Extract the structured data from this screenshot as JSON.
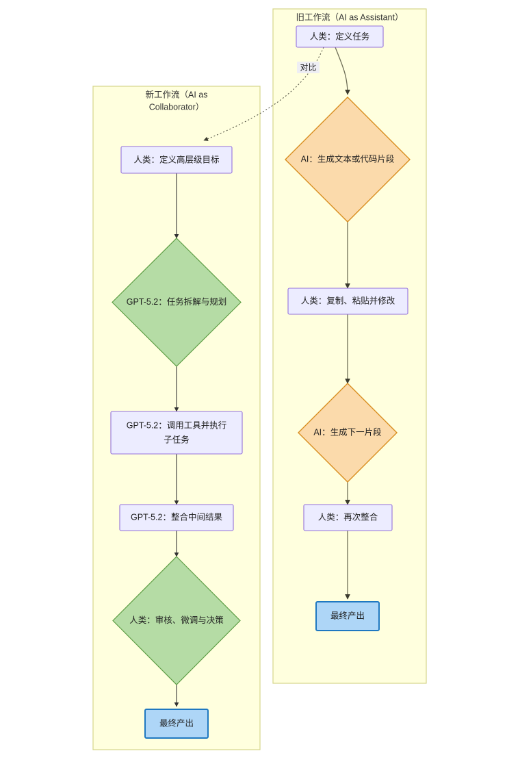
{
  "diagram": {
    "type": "flowchart",
    "direction": "top-down",
    "background": "#ffffff",
    "palette": {
      "subgraph_fill": "#ffffde",
      "subgraph_stroke": "#d6d68a",
      "process_fill": "#ececff",
      "process_stroke": "#9370db",
      "decision_green_fill": "#b5dca5",
      "decision_green_stroke": "#5e9e45",
      "decision_orange_fill": "#fbdaab",
      "decision_orange_stroke": "#d98e20",
      "final_fill": "#aed6f7",
      "final_stroke": "#1f78c1",
      "edge_stroke": "#6e6e57",
      "label_bg": "#eeeef4"
    },
    "subgraphs": [
      {
        "id": "new-workflow",
        "title_lines": [
          "新工作流（AI as",
          "Collaborator）"
        ],
        "title": "新工作流（AI as Collaborator）"
      },
      {
        "id": "old-workflow",
        "title_lines": [
          "旧工作流（AI as Assistant）"
        ],
        "title": "旧工作流（AI as Assistant）"
      }
    ],
    "nodes": [
      {
        "id": "new-human-goal",
        "subgraph": "new-workflow",
        "shape": "rect",
        "style": "process",
        "lines": [
          "人类：定义高层级目标"
        ],
        "text": "人类：定义高层级目标"
      },
      {
        "id": "new-plan",
        "subgraph": "new-workflow",
        "shape": "diamond",
        "style": "decision-green",
        "lines": [
          "GPT-5.2：任务拆解与规划"
        ],
        "text": "GPT-5.2：任务拆解与规划"
      },
      {
        "id": "new-tools",
        "subgraph": "new-workflow",
        "shape": "rect",
        "style": "process",
        "lines": [
          "GPT-5.2：调用工具并执行",
          "子任务"
        ],
        "text": "GPT-5.2：调用工具并执行子任务"
      },
      {
        "id": "new-merge",
        "subgraph": "new-workflow",
        "shape": "rect",
        "style": "process",
        "lines": [
          "GPT-5.2：整合中间结果"
        ],
        "text": "GPT-5.2：整合中间结果"
      },
      {
        "id": "new-review",
        "subgraph": "new-workflow",
        "shape": "diamond",
        "style": "decision-green",
        "lines": [
          "人类：审核、微调与决策"
        ],
        "text": "人类：审核、微调与决策"
      },
      {
        "id": "new-final",
        "subgraph": "new-workflow",
        "shape": "rect",
        "style": "final",
        "lines": [
          "最终产出"
        ],
        "text": "最终产出"
      },
      {
        "id": "old-human-task",
        "subgraph": "old-workflow",
        "shape": "rect",
        "style": "process",
        "lines": [
          "人类：定义任务"
        ],
        "text": "人类：定义任务"
      },
      {
        "id": "old-ai-generate",
        "subgraph": "old-workflow",
        "shape": "diamond",
        "style": "decision-orange",
        "lines": [
          "AI：生成文本或代码片段"
        ],
        "text": "AI：生成文本或代码片段"
      },
      {
        "id": "old-human-paste",
        "subgraph": "old-workflow",
        "shape": "rect",
        "style": "process",
        "lines": [
          "人类：复制、粘贴并修改"
        ],
        "text": "人类：复制、粘贴并修改"
      },
      {
        "id": "old-ai-next",
        "subgraph": "old-workflow",
        "shape": "diamond",
        "style": "decision-orange",
        "lines": [
          "AI：生成下一片段"
        ],
        "text": "AI：生成下一片段"
      },
      {
        "id": "old-human-merge",
        "subgraph": "old-workflow",
        "shape": "rect",
        "style": "process",
        "lines": [
          "人类：再次整合"
        ],
        "text": "人类：再次整合"
      },
      {
        "id": "old-final",
        "subgraph": "old-workflow",
        "shape": "rect",
        "style": "final",
        "lines": [
          "最终产出"
        ],
        "text": "最终产出"
      }
    ],
    "edges": [
      {
        "from": "new-human-goal",
        "to": "new-plan",
        "style": "solid",
        "label": ""
      },
      {
        "from": "new-plan",
        "to": "new-tools",
        "style": "solid",
        "label": ""
      },
      {
        "from": "new-tools",
        "to": "new-merge",
        "style": "solid",
        "label": ""
      },
      {
        "from": "new-merge",
        "to": "new-review",
        "style": "solid",
        "label": ""
      },
      {
        "from": "new-review",
        "to": "new-final",
        "style": "solid",
        "label": ""
      },
      {
        "from": "old-human-task",
        "to": "old-ai-generate",
        "style": "solid",
        "label": ""
      },
      {
        "from": "old-ai-generate",
        "to": "old-human-paste",
        "style": "solid",
        "label": ""
      },
      {
        "from": "old-human-paste",
        "to": "old-ai-next",
        "style": "solid",
        "label": ""
      },
      {
        "from": "old-ai-next",
        "to": "old-human-merge",
        "style": "solid",
        "label": ""
      },
      {
        "from": "old-human-merge",
        "to": "old-final",
        "style": "solid",
        "label": ""
      },
      {
        "from": "old-human-task",
        "to": "new-human-goal",
        "style": "dotted",
        "label": "对比"
      }
    ],
    "edge_labels": [
      {
        "id": "compare-label",
        "text": "对比"
      }
    ]
  }
}
